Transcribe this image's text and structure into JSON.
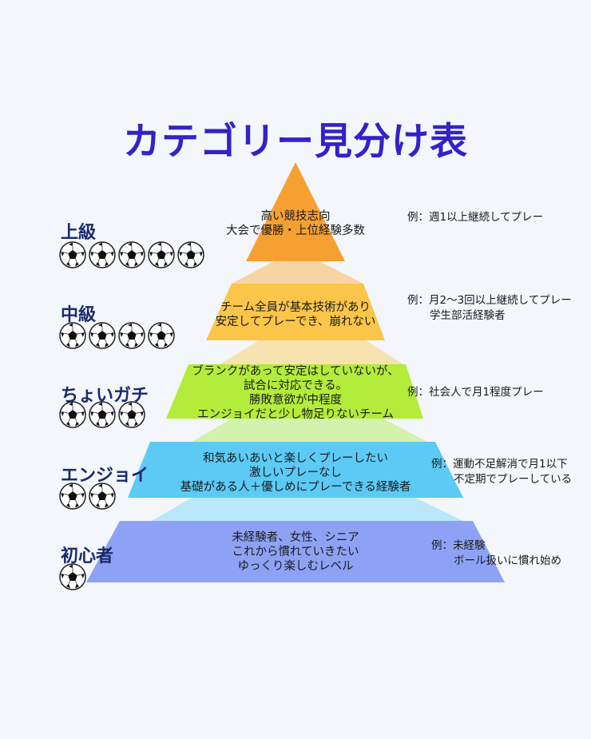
{
  "title": "カテゴリー見分け表",
  "tiers": [
    {
      "level": "上級",
      "balls": 5,
      "color": "#f7a032",
      "lines": [
        "高い競技志向",
        "大会で優勝・上位経験多数"
      ],
      "example_prefix": "例：",
      "example_lines": [
        "週1以上継続してプレー"
      ]
    },
    {
      "level": "中級",
      "balls": 4,
      "color": "#fbc54a",
      "lines": [
        "チーム全員が基本技術があり",
        "安定してプレーでき、崩れない"
      ],
      "example_prefix": "例：",
      "example_lines": [
        "月2〜3回以上継続してプレー",
        "学生部活経験者"
      ]
    },
    {
      "level": "ちょいガチ",
      "balls": 3,
      "color": "#b3ec3a",
      "lines": [
        "ブランクがあって安定はしていないが、",
        "試合に対応できる。",
        "勝敗意欲が中程度",
        "エンジョイだと少し物足りないチーム"
      ],
      "example_prefix": "例：",
      "example_lines": [
        "社会人で月1程度プレー"
      ]
    },
    {
      "level": "エンジョイ",
      "balls": 2,
      "color": "#5ccaf5",
      "lines": [
        "和気あいあいと楽しくプレーしたい",
        "激しいプレーなし",
        "基礎がある人＋優しめにプレーできる経験者"
      ],
      "example_prefix": "例：",
      "example_lines": [
        "運動不足解消で月1以下",
        "不定期でプレーしている"
      ]
    },
    {
      "level": "初心者",
      "balls": 1,
      "color": "#8ea2f5",
      "lines": [
        "未経験者、女性、シニア",
        "これから慣れていきたい",
        "ゆっくり楽しむレベル"
      ],
      "example_prefix": "例：",
      "example_lines": [
        "未経験",
        "ボール扱いに慣れ始め"
      ]
    }
  ]
}
